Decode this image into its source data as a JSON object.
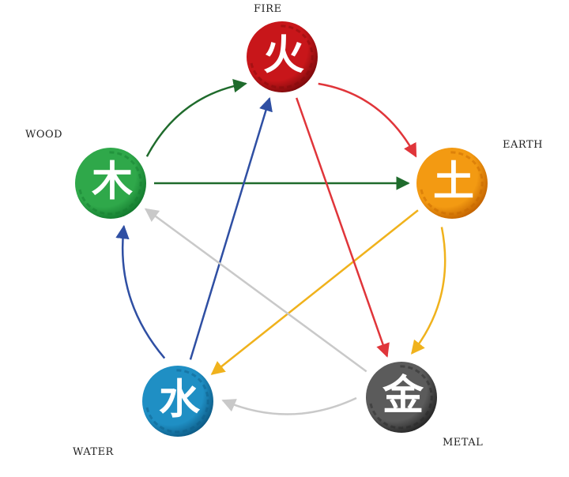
{
  "elements": [
    {
      "id": "fire",
      "name": "FIRE",
      "glyph": "火",
      "color": "#c8161a",
      "dark": "#7e0a0c"
    },
    {
      "id": "earth",
      "name": "EARTH",
      "glyph": "土",
      "color": "#f39a12",
      "dark": "#c46400"
    },
    {
      "id": "metal",
      "name": "METAL",
      "glyph": "金",
      "color": "#5b5b5b",
      "dark": "#262626"
    },
    {
      "id": "water",
      "name": "WATER",
      "glyph": "水",
      "color": "#1f8fc4",
      "dark": "#0d5b86"
    },
    {
      "id": "wood",
      "name": "WOOD",
      "glyph": "木",
      "color": "#2fa84a",
      "dark": "#137a2e"
    }
  ],
  "generating_cycle": [
    {
      "from": "wood",
      "to": "fire",
      "color": "#1f6b2c"
    },
    {
      "from": "fire",
      "to": "earth",
      "color": "#e0353a"
    },
    {
      "from": "earth",
      "to": "metal",
      "color": "#f0b21c"
    },
    {
      "from": "metal",
      "to": "water",
      "color": "#c9c9c9"
    },
    {
      "from": "water",
      "to": "wood",
      "color": "#2f4fa3"
    }
  ],
  "controlling_cycle": [
    {
      "from": "wood",
      "to": "earth",
      "color": "#1f6b2c"
    },
    {
      "from": "earth",
      "to": "water",
      "color": "#f0b21c"
    },
    {
      "from": "water",
      "to": "fire",
      "color": "#2f4fa3"
    },
    {
      "from": "fire",
      "to": "metal",
      "color": "#e0353a"
    },
    {
      "from": "metal",
      "to": "wood",
      "color": "#c9c9c9"
    }
  ]
}
